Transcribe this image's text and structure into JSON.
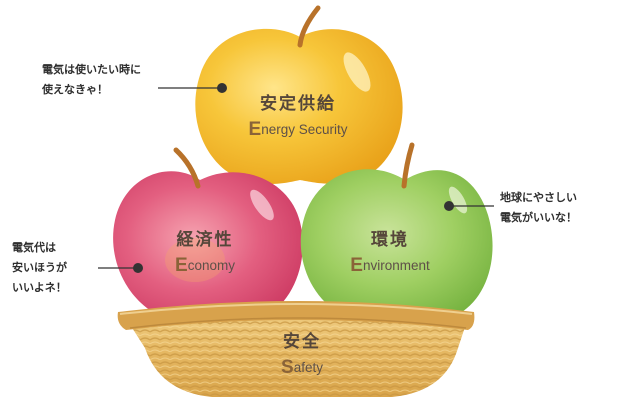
{
  "apples": {
    "energy_security": {
      "title": "安定供給",
      "initial": "E",
      "rest": "nergy Security",
      "fill_color": "#f5bf2a"
    },
    "economy": {
      "title": "経済性",
      "initial": "E",
      "rest": "conomy",
      "fill_color": "#e04f75"
    },
    "environment": {
      "title": "環境",
      "initial": "E",
      "rest": "nvironment",
      "fill_color": "#90c653"
    }
  },
  "basket": {
    "title": "安全",
    "initial": "S",
    "rest": "afety",
    "fill_color": "#e8c071"
  },
  "callouts": {
    "top_left": {
      "line1": "電気は使いたい時に",
      "line2": "使えなきゃ！"
    },
    "left": {
      "line1": "電気代は",
      "line2": "安いほうが",
      "line3": "いいよネ！"
    },
    "right": {
      "line1": "地球にやさしい",
      "line2": "電気がいいな！"
    }
  }
}
